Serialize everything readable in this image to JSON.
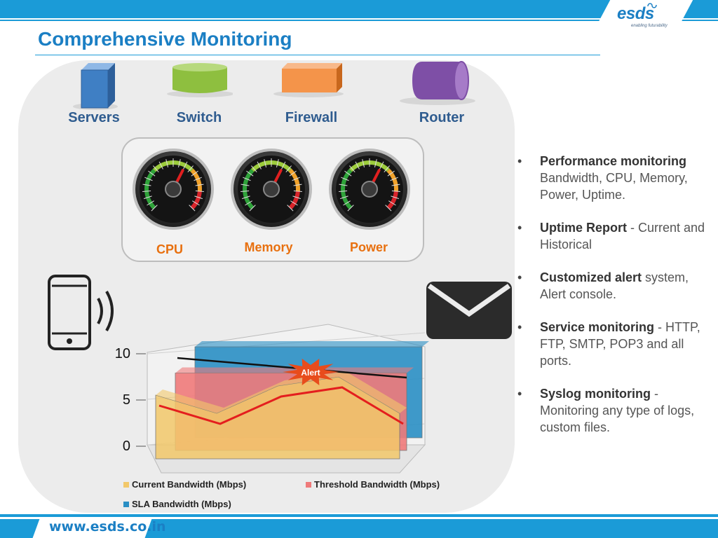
{
  "header": {
    "logo_text": "esds",
    "logo_tagline": "enabling futurability",
    "title": "Comprehensive Monitoring"
  },
  "devices": [
    {
      "label": "Servers",
      "icon": "server-icon",
      "color": "#3f7fc4"
    },
    {
      "label": "Switch",
      "icon": "switch-icon",
      "color": "#8ebf3f"
    },
    {
      "label": "Firewall",
      "icon": "firewall-icon",
      "color": "#f4944a"
    },
    {
      "label": "Router",
      "icon": "router-icon",
      "color": "#7e4fa6"
    }
  ],
  "gauges": [
    {
      "label": "CPU",
      "level": 0.6
    },
    {
      "label": "Memory",
      "level": 0.6
    },
    {
      "label": "Power",
      "level": 0.6
    }
  ],
  "bullets": [
    {
      "bold": "Performance monitoring",
      "rest": " Bandwidth, CPU, Memory, Power, Uptime."
    },
    {
      "bold": "Uptime Report",
      "rest": " - Current and Historical"
    },
    {
      "bold": "Customized alert",
      "rest": " system, Alert console."
    },
    {
      "bold": "Service monitoring",
      "rest": " - HTTP, FTP, SMTP, POP3 and all ports."
    },
    {
      "bold": "Syslog monitoring",
      "rest": " - Monitoring any type of logs, custom files."
    }
  ],
  "chart_data": {
    "type": "area",
    "yticks": [
      "10",
      "5",
      "0"
    ],
    "ylim": [
      0,
      10
    ],
    "grid": true,
    "legend_position": "bottom",
    "series": [
      {
        "name": "Current Bandwidth (Mbps)",
        "color": "#f2c86a",
        "values": [
          7,
          5,
          8,
          9,
          5
        ]
      },
      {
        "name": "Threshold Bandwidth (Mbps)",
        "color": "#ef7a7a",
        "values": [
          8.5,
          8.5,
          8.5,
          8.5,
          8.5
        ]
      },
      {
        "name": "SLA Bandwidth (Mbps)",
        "color": "#2a8fc4",
        "values": [
          10,
          10,
          10,
          10,
          10
        ]
      }
    ],
    "annotation": "Alert"
  },
  "footer": {
    "url": "www.esds.co.in"
  }
}
